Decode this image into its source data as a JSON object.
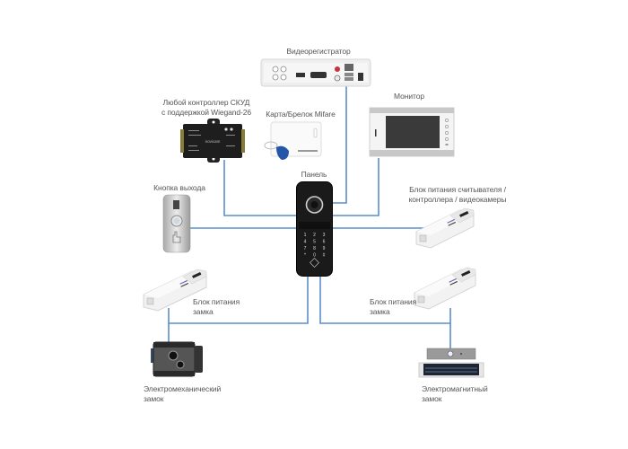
{
  "diagram": {
    "type": "connection-scheme",
    "wire_color": "#5b8ec9",
    "nodes": {
      "nvr": {
        "label": "Видеорегистратор"
      },
      "controller": {
        "label_line1": "Любой контроллер СКУД",
        "label_line2": "с поддержкой Wiegand-26",
        "brand": "novicam"
      },
      "card": {
        "label": "Карта/Брелок Mifare"
      },
      "monitor": {
        "label": "Монитор"
      },
      "panel": {
        "label": "Панель",
        "keys": [
          "1",
          "2",
          "3",
          "4",
          "5",
          "6",
          "7",
          "8",
          "9",
          "*",
          "0",
          "#"
        ]
      },
      "exit_button": {
        "label": "Кнопка выхода"
      },
      "psu_reader": {
        "label_line1": "Блок питания считывателя /",
        "label_line2": "контроллера / видеокамеры"
      },
      "psu_lock_left": {
        "label_line1": "Блок питания",
        "label_line2": "замка"
      },
      "psu_lock_right": {
        "label_line1": "Блок питания",
        "label_line2": "замка"
      },
      "em_lock": {
        "label_line1": "Электромеханический",
        "label_line2": "замок"
      },
      "mag_lock": {
        "label_line1": "Электромагнитный",
        "label_line2": "замок"
      }
    },
    "edges": [
      {
        "from": "panel",
        "to": "nvr"
      },
      {
        "from": "panel",
        "to": "controller"
      },
      {
        "from": "panel",
        "to": "monitor"
      },
      {
        "from": "panel",
        "to": "exit_button"
      },
      {
        "from": "panel",
        "to": "psu_reader"
      },
      {
        "from": "panel",
        "to": "psu_lock_left"
      },
      {
        "from": "panel",
        "to": "psu_lock_right"
      },
      {
        "from": "psu_lock_left",
        "to": "em_lock"
      },
      {
        "from": "psu_lock_right",
        "to": "mag_lock"
      }
    ]
  }
}
